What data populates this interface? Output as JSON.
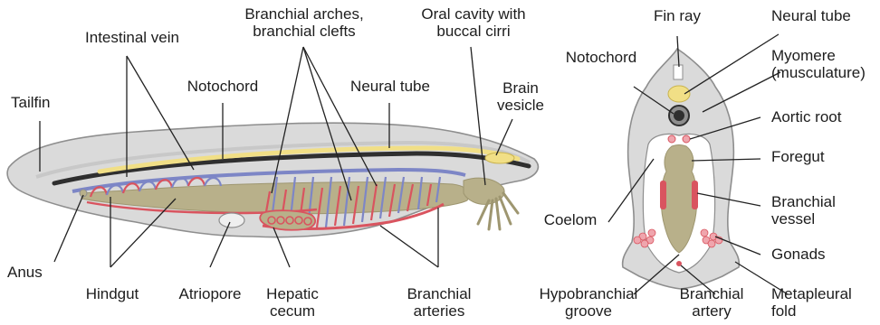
{
  "colors": {
    "body_fill": "#d9d9d9",
    "body_outline": "#8e8e8e",
    "gut": "#b8b08a",
    "blood_vessel_red": "#d9545f",
    "blood_vessel_blue": "#7d86c6",
    "notochord": "#2f2f2f",
    "neural_tube": "#f1df86",
    "gonad": "#efa5ad"
  },
  "labels": {
    "intestinal_vein": "Intestinal vein",
    "branchial_arches_1": "Branchial arches,",
    "branchial_arches_2": "branchial clefts",
    "oral_cavity_1": "Oral cavity with",
    "oral_cavity_2": "buccal cirri",
    "tailfin": "Tailfin",
    "notochord_side": "Notochord",
    "neural_tube_side": "Neural tube",
    "brain_vesicle_1": "Brain",
    "brain_vesicle_2": "vesicle",
    "anus": "Anus",
    "hindgut": "Hindgut",
    "atriopore": "Atriopore",
    "hepatic_cecum_1": "Hepatic",
    "hepatic_cecum_2": "cecum",
    "branchial_arteries_1": "Branchial",
    "branchial_arteries_2": "arteries",
    "fin_ray": "Fin ray",
    "neural_tube_cross": "Neural tube",
    "notochord_cross": "Notochord",
    "myomere_1": "Myomere",
    "myomere_2": "(musculature)",
    "aortic_root": "Aortic root",
    "foregut": "Foregut",
    "coelom": "Coelom",
    "branchial_vessel_1": "Branchial",
    "branchial_vessel_2": "vessel",
    "gonads": "Gonads",
    "hypobranchial_1": "Hypobranchial",
    "hypobranchial_2": "groove",
    "branchial_artery_1": "Branchial",
    "branchial_artery_2": "artery",
    "metapleural_1": "Metapleural",
    "metapleural_2": "fold"
  }
}
